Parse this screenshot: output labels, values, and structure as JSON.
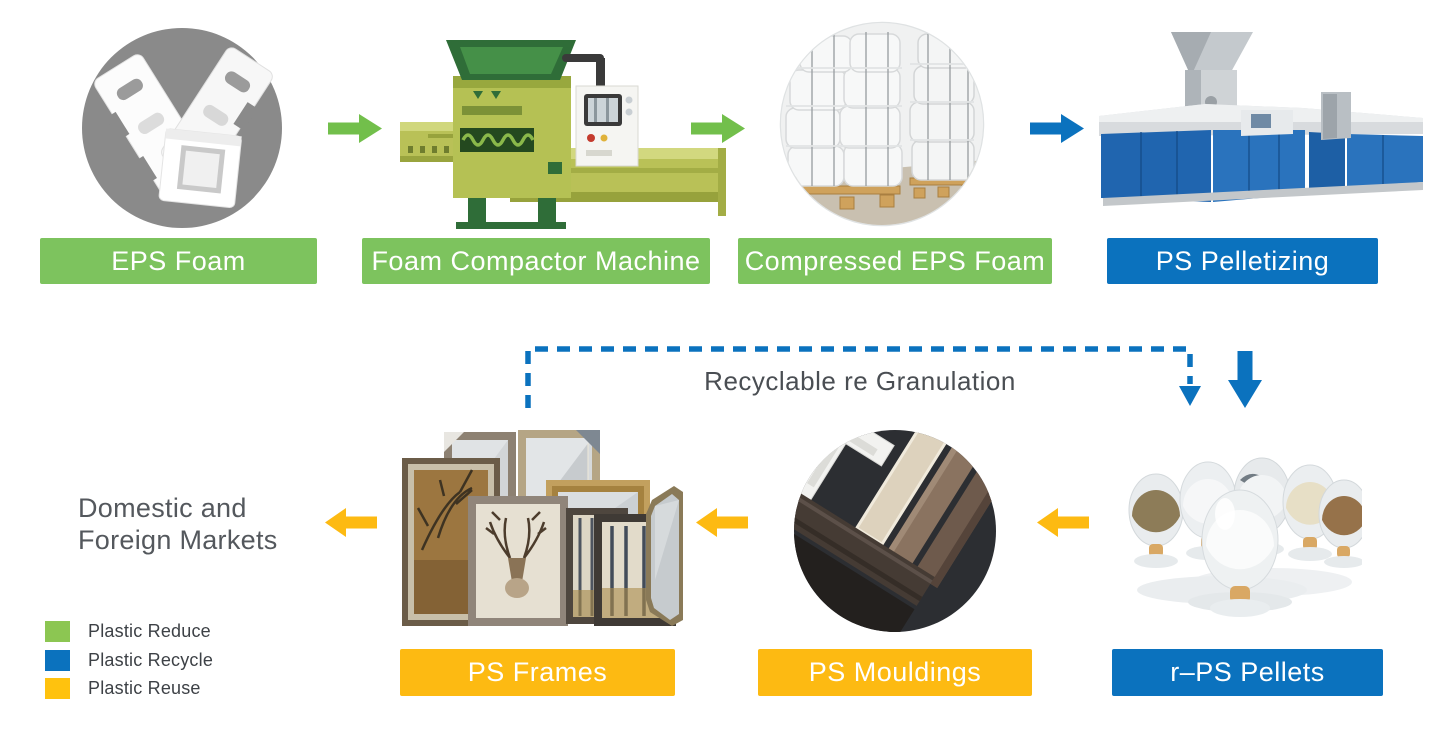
{
  "top_row": [
    {
      "id": "eps-foam",
      "label": "EPS Foam",
      "bg": "#7dc35e",
      "image": "loose white EPS foam packaging pieces in gray circle"
    },
    {
      "id": "foam-compactor-machine",
      "label": "Foam Compactor Machine",
      "bg": "#7dc35e",
      "image": "green foam compactor machine with hopper and long beam"
    },
    {
      "id": "compressed-eps-foam",
      "label": "Compressed EPS Foam",
      "bg": "#7dc35e",
      "image": "stacked white compressed foam bales on wooden pallets"
    },
    {
      "id": "ps-pelletizing",
      "label": "PS Pelletizing",
      "bg": "#0b72be",
      "image": "blue and silver pelletizing extruder line"
    }
  ],
  "bottom_row": [
    {
      "id": "r-ps-pellets",
      "label": "r–PS Pellets",
      "bg": "#0b72be",
      "image": "egg-shaped jars of recycled PS pellets"
    },
    {
      "id": "ps-mouldings",
      "label": "PS Mouldings",
      "bg": "#fdba12",
      "image": "PS moulding profile strips on dark background"
    },
    {
      "id": "ps-frames",
      "label": "PS Frames",
      "bg": "#fdba12",
      "image": "assorted picture frames and mirrors"
    }
  ],
  "market": {
    "line1": "Domestic and",
    "line2": "Foreign Markets"
  },
  "recycle_loop_label": "Recyclable re Granulation",
  "legend": [
    {
      "label": "Plastic Reduce",
      "color": "#8cc652"
    },
    {
      "label": "Plastic Recycle",
      "color": "#0b72be"
    },
    {
      "label": "Plastic Reuse",
      "color": "#ffc20e"
    }
  ],
  "colors": {
    "stage_green": "#7dc35e",
    "stage_blue": "#0b72be",
    "stage_yellow": "#fdba12",
    "arrow_green": "#72bf4b",
    "arrow_blue": "#0b72be",
    "arrow_yellow": "#fdba12",
    "circle_gray": "#8a8a8a",
    "text_dark": "#4a4e53"
  }
}
